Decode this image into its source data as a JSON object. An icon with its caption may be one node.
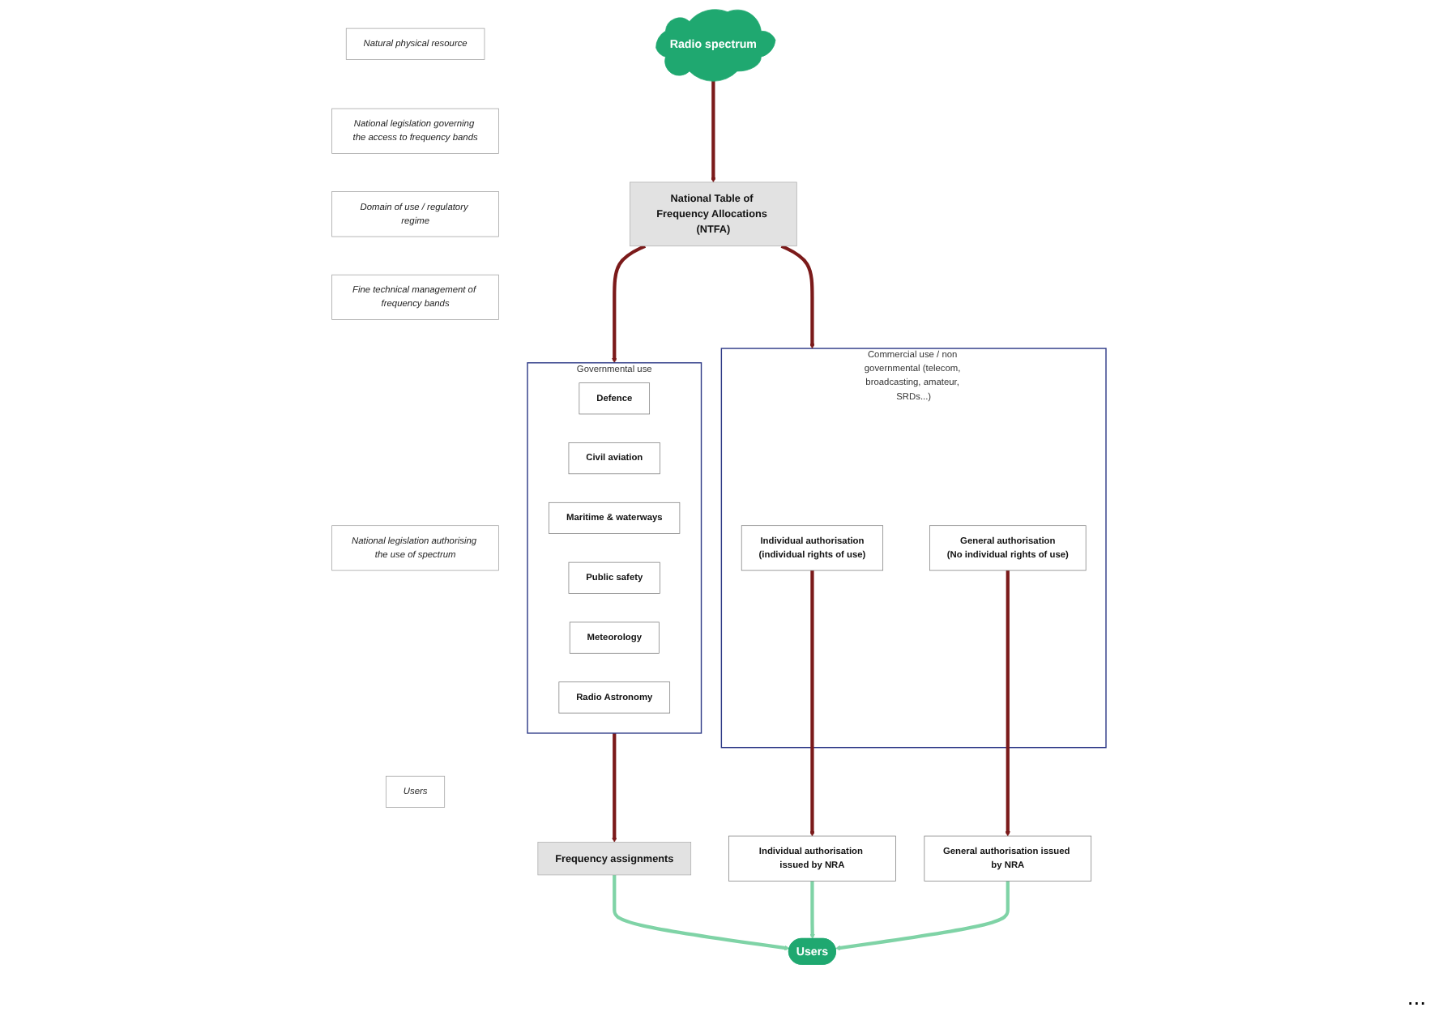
{
  "diagram": {
    "nodes": [
      {
        "text": [
          "Natural physical resource"
        ]
      },
      {
        "text": [
          "National legislation governing the access to frequency bands"
        ]
      },
      {
        "text": [
          "Domain of use / regulatory regime"
        ]
      },
      {
        "text": [
          "Fine technical management of frequency bands"
        ]
      },
      {
        "text": [
          "National legislation authorising the use of spectrum"
        ]
      },
      {
        "text": [
          "Users"
        ]
      },
      {
        "text": [
          "Radio spectrum"
        ]
      },
      {
        "text": [
          "National Table of Frequency Allocations (NTFA)"
        ]
      },
      {
        "text": [
          "Governmental use"
        ]
      },
      {
        "text": [
          "Defence"
        ],
        "in": 8
      },
      {
        "text": [
          "Civil aviation"
        ],
        "in": 8
      },
      {
        "text": [
          "Maritime & waterways"
        ],
        "in": 8
      },
      {
        "text": [
          "Public safety"
        ],
        "in": 8
      },
      {
        "text": [
          "Meteorology"
        ],
        "in": 8
      },
      {
        "text": [
          "Radio Astronomy"
        ],
        "in": 8
      },
      {
        "text": [
          "Commercial use / non governmental (telecom, broadcasting, amateur, SRDs...)"
        ]
      },
      {
        "text": [
          "Individual authorisation",
          "(individual rights of use)"
        ],
        "in": 15
      },
      {
        "text": [
          "General authorisation",
          "(No individual rights of use)"
        ],
        "in": 15
      },
      {
        "text": [
          "Frequency assignments"
        ]
      },
      {
        "text": [
          "Individual authorisation issued by NRA"
        ]
      },
      {
        "text": [
          "General authorisation issued by NRA"
        ]
      },
      {
        "text": [
          "Users"
        ]
      }
    ],
    "edges": [
      {
        "from": 6,
        "to": 7,
        "arrow": "to"
      },
      {
        "from": 7,
        "to": 8,
        "arrow": "to"
      },
      {
        "from": 7,
        "to": 15,
        "arrow": "to"
      },
      {
        "from": 8,
        "to": 18,
        "arrow": "to"
      },
      {
        "from": 16,
        "to": 19,
        "arrow": "to"
      },
      {
        "from": 17,
        "to": 20,
        "arrow": "to"
      },
      {
        "from": 18,
        "to": 21,
        "arrow": "to",
        "color": "#7fd3a6"
      },
      {
        "from": 19,
        "to": 21,
        "arrow": "to",
        "color": "#7fd3a6"
      },
      {
        "from": 20,
        "to": 21,
        "arrow": "to",
        "color": "#7fd3a6"
      }
    ],
    "labels": [
      "..."
    ]
  }
}
